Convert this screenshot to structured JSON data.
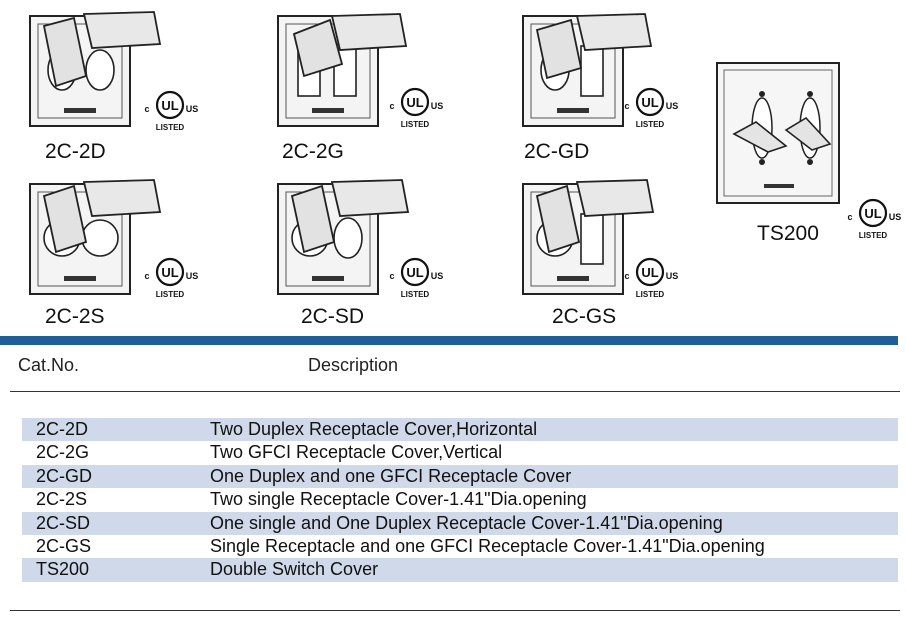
{
  "products": [
    {
      "id": "2C-2D",
      "label": "2C-2D",
      "type": "duplex-horizontal"
    },
    {
      "id": "2C-2G",
      "label": "2C-2G",
      "type": "gfci-vertical"
    },
    {
      "id": "2C-GD",
      "label": "2C-GD",
      "type": "duplex-gfci"
    },
    {
      "id": "TS200",
      "label": "TS200",
      "type": "switch"
    },
    {
      "id": "2C-2S",
      "label": "2C-2S",
      "type": "single-single"
    },
    {
      "id": "2C-SD",
      "label": "2C-SD",
      "type": "single-duplex"
    },
    {
      "id": "2C-GS",
      "label": "2C-GS",
      "type": "single-gfci"
    }
  ],
  "ul_mark": {
    "c": "c",
    "ul": "UL",
    "us": "US",
    "listed": "LISTED"
  },
  "table": {
    "headers": {
      "cat": "Cat.No.",
      "desc": "Description"
    },
    "rows": [
      {
        "cat": "2C-2D",
        "desc": "Two Duplex Receptacle Cover,Horizontal"
      },
      {
        "cat": "2C-2G",
        "desc": "Two GFCI Receptacle Cover,Vertical"
      },
      {
        "cat": "2C-GD",
        "desc": "One Duplex and one GFCI Receptacle Cover"
      },
      {
        "cat": "2C-2S",
        "desc": "Two single Receptacle Cover-1.41\"Dia.opening"
      },
      {
        "cat": "2C-SD",
        "desc": "One single and One Duplex Receptacle Cover-1.41\"Dia.opening"
      },
      {
        "cat": "2C-GS",
        "desc": "Single Receptacle and one GFCI Receptacle Cover-1.41\"Dia.opening"
      },
      {
        "cat": "TS200",
        "desc": "Double Switch Cover"
      }
    ]
  },
  "colors": {
    "rule": "#1f5e97",
    "row_shade": "#cfd9e9"
  }
}
